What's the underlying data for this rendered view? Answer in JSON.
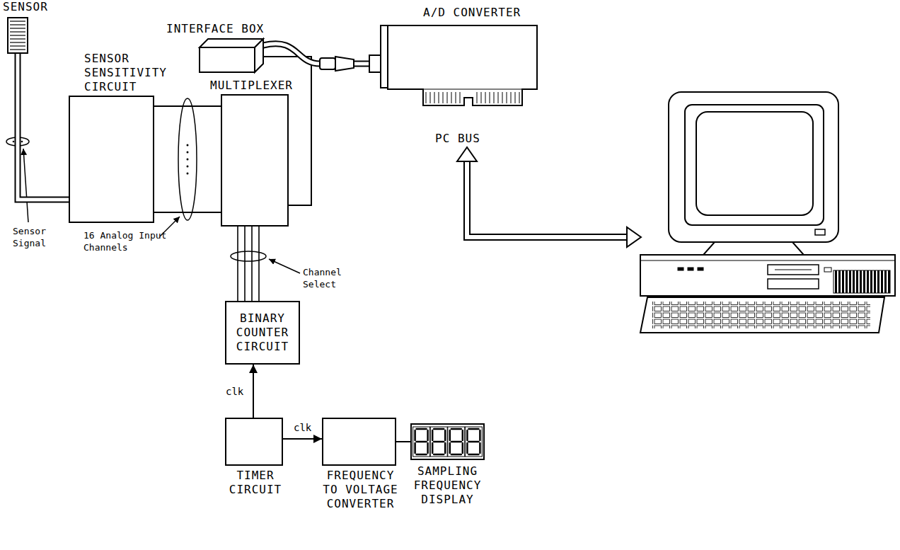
{
  "diagram": {
    "nodes": [
      {
        "text": [
          "SENSOR"
        ]
      },
      {
        "text": [
          "SENSOR SENSITIVITY CIRCUIT"
        ]
      },
      {
        "text": [
          "MULTIPLEXER"
        ]
      },
      {
        "text": [
          "INTERFACE BOX"
        ]
      },
      {
        "text": [
          "A/D CONVERTER"
        ]
      },
      {
        "text": [
          "BINARY COUNTER CIRCUIT"
        ]
      },
      {
        "text": [
          "TIMER CIRCUIT"
        ]
      },
      {
        "text": [
          "FREQUENCY TO VOLTAGE CONVERTER"
        ]
      },
      {
        "text": [
          "SAMPLING FREQUENCY DISPLAY"
        ]
      }
    ],
    "edges": [
      {
        "from": 0,
        "to": 1,
        "arrow": "none"
      },
      {
        "from": 1,
        "to": 2,
        "arrow": "none"
      },
      {
        "from": 2,
        "to": 3,
        "arrow": "none"
      },
      {
        "from": 3,
        "to": 4,
        "arrow": "none"
      },
      {
        "from": 5,
        "to": 2,
        "arrow": "none"
      },
      {
        "from": 6,
        "to": 5,
        "label": "clk",
        "arrow": "to"
      },
      {
        "from": 6,
        "to": 7,
        "label": "clk",
        "arrow": "to"
      },
      {
        "from": 7,
        "to": 8,
        "arrow": "none"
      }
    ],
    "labels": [
      "Sensor Signal",
      "16 Analog Input Channels",
      "Channel Select",
      "PC BUS"
    ]
  }
}
